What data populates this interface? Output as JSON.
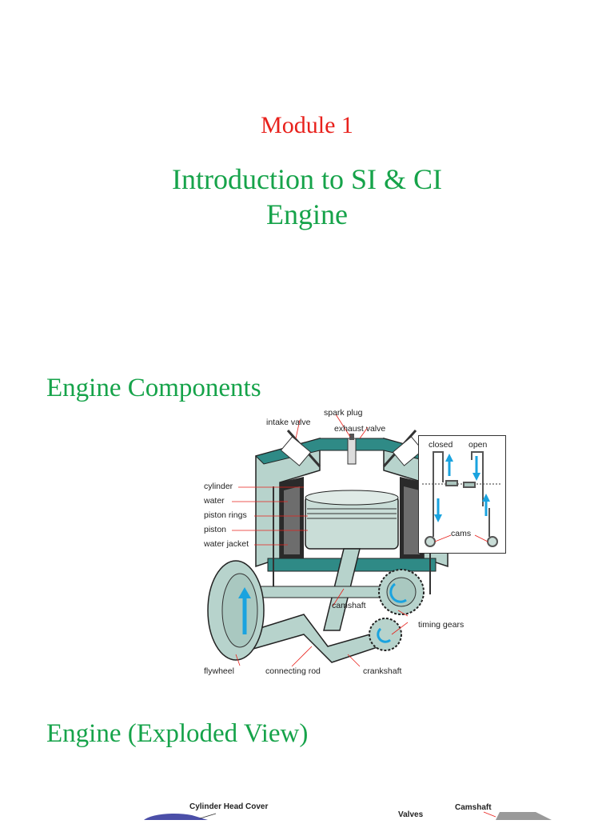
{
  "header": {
    "module": "Module 1",
    "title_line1": "Introduction to SI & CI",
    "title_line2": "Engine"
  },
  "section1": {
    "heading": "Engine Components",
    "diagram_labels": {
      "spark_plug": "spark plug",
      "intake_valve": "intake valve",
      "exhaust_valve": "exhaust valve",
      "cylinder": "cylinder",
      "water": "water",
      "piston_rings": "piston rings",
      "piston": "piston",
      "water_jacket": "water jacket",
      "camshaft": "camshaft",
      "timing_gears": "timing gears",
      "flywheel": "flywheel",
      "connecting_rod": "connecting rod",
      "crankshaft": "crankshaft"
    },
    "inset_labels": {
      "closed": "closed",
      "open": "open",
      "cams": "cams"
    }
  },
  "section2": {
    "heading": "Engine (Exploded View)",
    "labels": {
      "cylinder_head_cover": "Cylinder Head Cover",
      "valves": "Valves",
      "camshaft": "Camshaft"
    }
  },
  "colors": {
    "module": "#e8211c",
    "title": "#16a34a",
    "engine_body": "#b7d3cc",
    "engine_dark": "#2f8a86",
    "arrow_blue": "#1aa3df"
  }
}
